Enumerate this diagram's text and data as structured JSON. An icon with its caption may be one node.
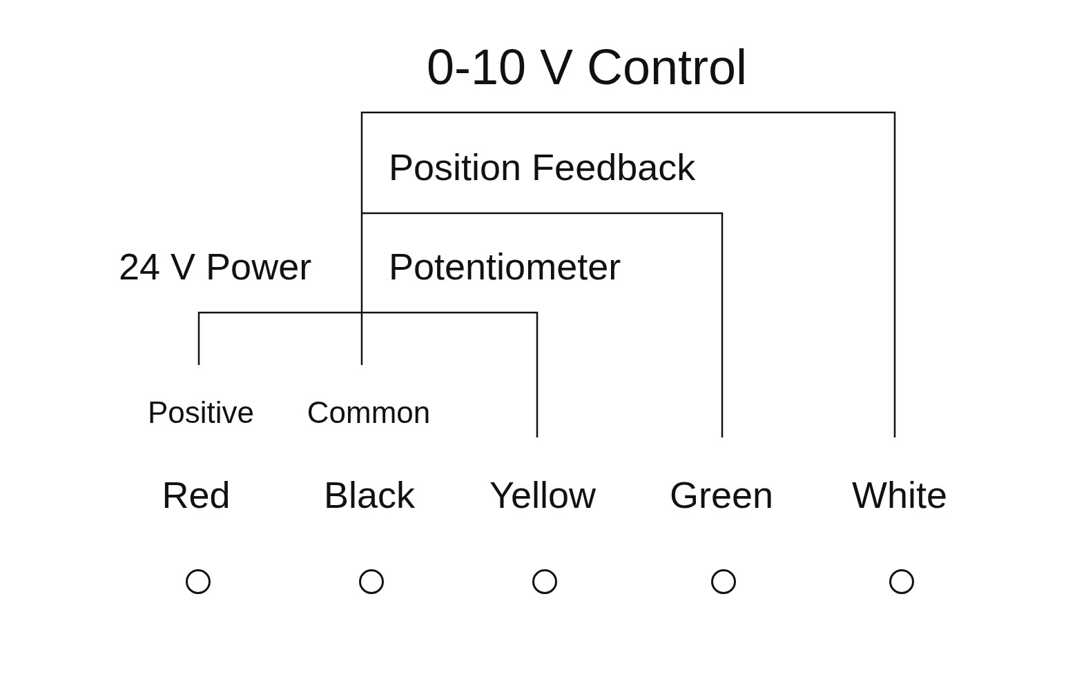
{
  "diagram": {
    "nodes": [
      {
        "text": [],
        "shape": "circle",
        "beside": [
          "Red"
        ]
      },
      {
        "text": [],
        "shape": "circle",
        "beside": [
          "Black"
        ]
      },
      {
        "text": [],
        "shape": "circle",
        "beside": [
          "Yellow"
        ]
      },
      {
        "text": [],
        "shape": "circle",
        "beside": [
          "Green"
        ]
      },
      {
        "text": [],
        "shape": "circle",
        "beside": [
          "White"
        ]
      }
    ],
    "edges": [],
    "labels": [
      "0-10 V Control",
      "Position Feedback",
      "24 V Power",
      "Potentiometer",
      "Positive",
      "Common"
    ]
  }
}
